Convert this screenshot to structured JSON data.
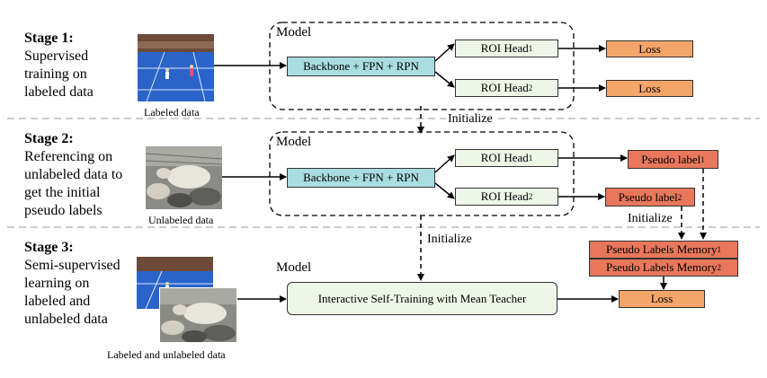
{
  "stages": [
    {
      "title": "Stage 1:",
      "lines": [
        "Supervised",
        "training on",
        "labeled data"
      ]
    },
    {
      "title": "Stage 2:",
      "lines": [
        "Referencing on",
        "unlabeled data to",
        "get the initial",
        "pseudo labels"
      ]
    },
    {
      "title": "Stage 3:",
      "lines": [
        "Semi-supervised",
        "learning on",
        "labeled and",
        "unlabeled data"
      ]
    }
  ],
  "captions": {
    "labeled": "Labeled data",
    "unlabeled": "Unlabeled data",
    "both": "Labeled and unlabeled data"
  },
  "model_label": "Model",
  "backbone_label": "Backbone + FPN + RPN",
  "roi_head": {
    "base": "ROI Head",
    "sub1": "1",
    "sub2": "2"
  },
  "loss_label": "Loss",
  "pseudo_label": {
    "base": "Pseudo label",
    "sub1": "1",
    "sub2": "2"
  },
  "pseudo_memory": {
    "base": "Pseudo Labels Memory",
    "sub1": "1",
    "sub2": "2"
  },
  "ist_label": "Interactive Self-Training with Mean Teacher",
  "initialize_label": "Initialize",
  "colors": {
    "backbone": "#a9dde0",
    "roi_head": "#eef6e8",
    "loss": "#f4a56a",
    "pseudo": "#e8775b",
    "tennis_court": "#2a64c8"
  }
}
